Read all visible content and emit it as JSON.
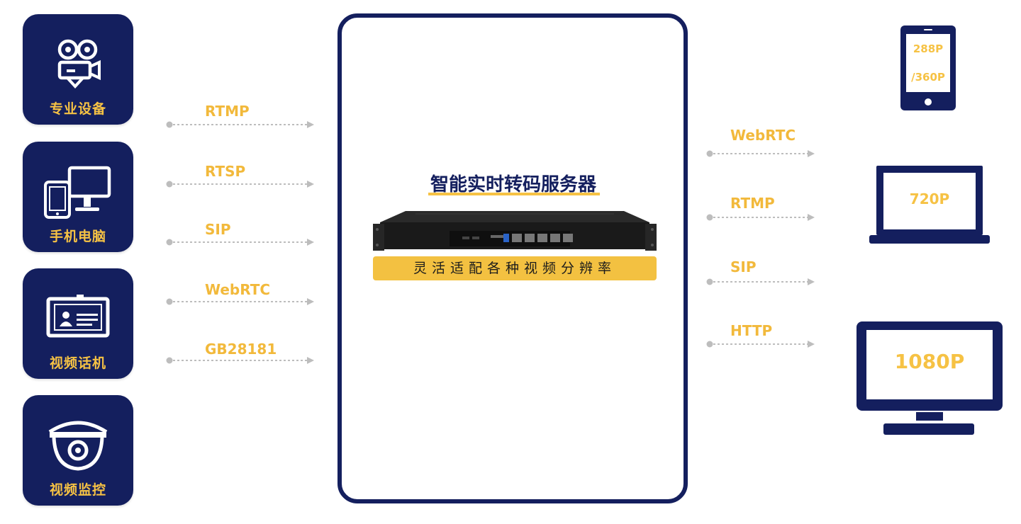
{
  "sources": [
    {
      "label": "专业设备",
      "icon": "camera-icon"
    },
    {
      "label": "手机电脑",
      "icon": "phone-computer-icon"
    },
    {
      "label": "视频话机",
      "icon": "video-phone-icon"
    },
    {
      "label": "视频监控",
      "icon": "surveillance-camera-icon"
    }
  ],
  "input_protocols": [
    "RTMP",
    "RTSP",
    "SIP",
    "WebRTC",
    "GB28181"
  ],
  "server": {
    "title": "智能实时转码服务器",
    "banner": "灵活适配各种视频分辨率",
    "image_icon": "rack-server-icon"
  },
  "output_protocols": [
    "WebRTC",
    "RTMP",
    "SIP",
    "HTTP"
  ],
  "targets": [
    {
      "device": "tablet-icon",
      "lines": [
        "288P",
        "/360P"
      ]
    },
    {
      "device": "laptop-icon",
      "lines": [
        "720P"
      ]
    },
    {
      "device": "monitor-icon",
      "lines": [
        "1080P"
      ]
    }
  ],
  "colors": {
    "navy": "#141f5e",
    "gold": "#f6c244",
    "arrow_gray": "#bdbdbd"
  }
}
